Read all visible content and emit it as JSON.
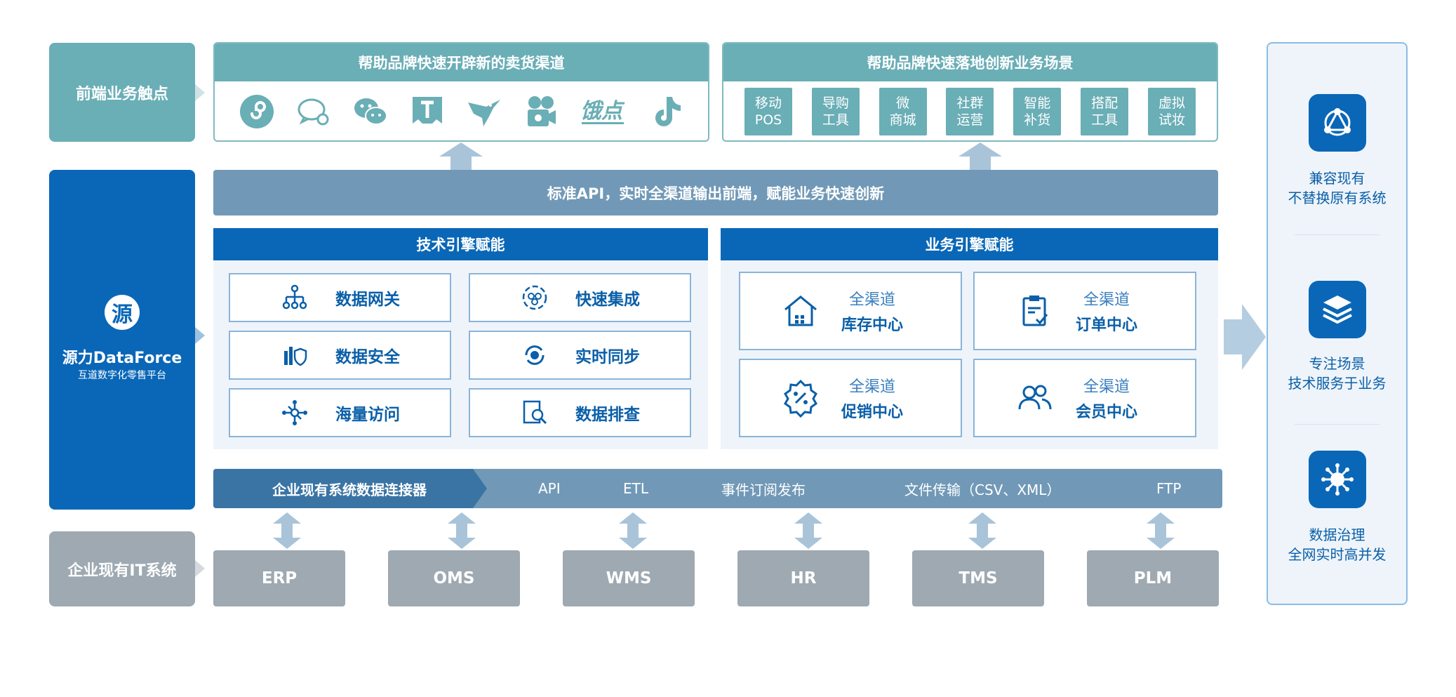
{
  "left": {
    "frontend_label": "前端业务触点",
    "brand_name": "源力DataForce",
    "brand_sub": "互道数字化零售平台",
    "brand_logo_char": "源",
    "it_label": "企业现有IT系统"
  },
  "channels": {
    "title": "帮助品牌快速开辟新的卖货渠道",
    "icons": [
      "mini-program-icon",
      "chat-bubbles-icon",
      "wechat-icon",
      "tmall-icon",
      "hummingbird-icon",
      "camera-app-icon",
      "eleme-icon",
      "tiktok-icon"
    ]
  },
  "scenes": {
    "title": "帮助品牌快速落地创新业务场景",
    "items": [
      {
        "l1": "移动",
        "l2": "POS"
      },
      {
        "l1": "导购",
        "l2": "工具"
      },
      {
        "l1": "微",
        "l2": "商城"
      },
      {
        "l1": "社群",
        "l2": "运营"
      },
      {
        "l1": "智能",
        "l2": "补货"
      },
      {
        "l1": "搭配",
        "l2": "工具"
      },
      {
        "l1": "虚拟",
        "l2": "试妆"
      }
    ]
  },
  "api_bar": "标准API，实时全渠道输出前端，赋能业务快速创新",
  "tech": {
    "title": "技术引擎赋能",
    "items": [
      "数据网关",
      "快速集成",
      "数据安全",
      "实时同步",
      "海量访问",
      "数据排查"
    ]
  },
  "biz": {
    "title": "业务引擎赋能",
    "items": [
      {
        "sub": "全渠道",
        "main": "库存中心"
      },
      {
        "sub": "全渠道",
        "main": "订单中心"
      },
      {
        "sub": "全渠道",
        "main": "促销中心"
      },
      {
        "sub": "全渠道",
        "main": "会员中心"
      }
    ]
  },
  "connectors": {
    "title": "企业现有系统数据连接器",
    "items": [
      "API",
      "ETL",
      "事件订阅发布",
      "文件传输（CSV、XML）",
      "FTP"
    ]
  },
  "systems": [
    "ERP",
    "OMS",
    "WMS",
    "HR",
    "TMS",
    "PLM"
  ],
  "features": [
    {
      "l1": "兼容现有",
      "l2": "不替换原有系统"
    },
    {
      "l1": "专注场景",
      "l2": "技术服务于业务"
    },
    {
      "l1": "数据治理",
      "l2": "全网实时高并发"
    }
  ],
  "colors": {
    "teal": "#6aaeb6",
    "blue": "#0a67b7",
    "steel": "#7199b7",
    "gray": "#9ea9b2"
  }
}
